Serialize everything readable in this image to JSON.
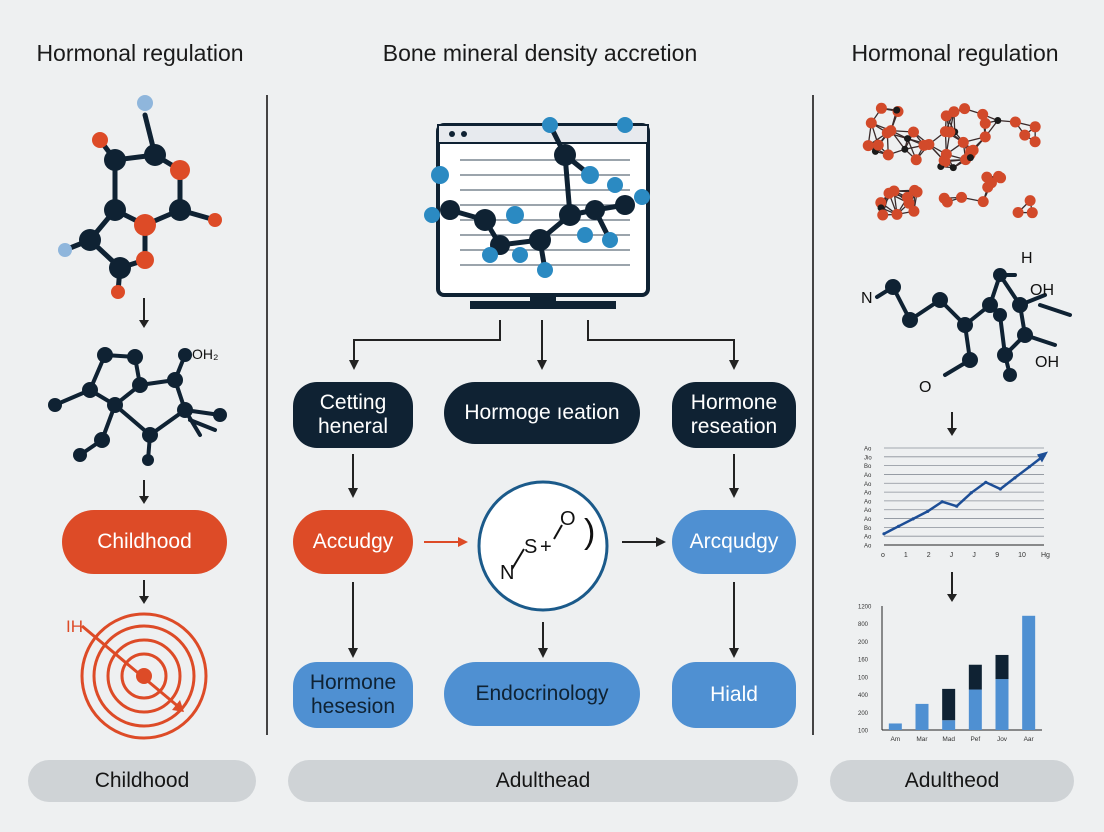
{
  "columns": {
    "left": {
      "title": "Hormonal regulation",
      "pill": "Childhood",
      "footer": "Childhood",
      "target_label": "IH"
    },
    "middle": {
      "title": "Bone mineral density accretion",
      "row1": [
        "Cetting\nheneral",
        "Hormoge ıeation",
        "Hormone\nreseation"
      ],
      "row2": [
        "Accudgy",
        "Arcqudgy"
      ],
      "circle_labels": [
        "N",
        "S",
        "+",
        "O",
        ")"
      ],
      "row3": [
        "Hormone\nhesesion",
        "Endocrinology",
        "Hiald"
      ],
      "footer": "Adulthead"
    },
    "right": {
      "title": "Hormonal regulation",
      "molecule_labels": [
        "N",
        "H",
        "OH",
        "OH",
        "O"
      ],
      "footer": "Adultheod"
    }
  },
  "left_molecule_label": "OH₂",
  "colors": {
    "dark": "#0f2233",
    "orange": "#dd4b27",
    "blue": "#4f90d2",
    "light_blue": "#2b8ac2"
  },
  "chart_data": [
    {
      "type": "line",
      "x": [
        0,
        1,
        2,
        3,
        4,
        5,
        6,
        7,
        8,
        9,
        10,
        11
      ],
      "values": [
        1.5,
        2.5,
        3.5,
        4.5,
        5.8,
        5.2,
        7,
        8.4,
        7.5,
        9,
        10.5,
        12
      ],
      "x_tick_labels": [
        "o",
        "1",
        "2",
        "J",
        "J",
        "9",
        "10",
        "Hg"
      ],
      "y_tick_labels": [
        "Ao",
        "Jio",
        "Bo",
        "Ao",
        "Ao",
        "Ao",
        "Ao",
        "Ao",
        "Ao",
        "Bo",
        "Ao",
        "Ao"
      ],
      "ylim": [
        0,
        13
      ],
      "grid": true
    },
    {
      "type": "bar",
      "categories": [
        "Am",
        "Mar",
        "Mad",
        "Pef",
        "Jov",
        "Aar"
      ],
      "series": [
        {
          "values": [
            10,
            40,
            15,
            62,
            78,
            175
          ]
        },
        {
          "values": [
            0,
            0,
            48,
            38,
            37,
            0
          ]
        }
      ],
      "y_tick_labels": [
        "1200",
        "800",
        "200",
        "160",
        "100",
        "400",
        "200",
        "100"
      ],
      "ylim": [
        0,
        190
      ]
    }
  ]
}
